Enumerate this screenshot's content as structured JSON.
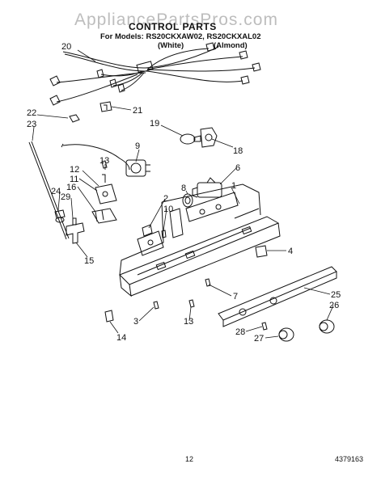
{
  "watermark": "AppliancePartsPros.com",
  "header": {
    "title": "CONTROL PARTS",
    "models_line": "For Models: RS20CKXAW02, RS20CKXAL02",
    "color_white": "(White)",
    "color_almond": "(Almond)"
  },
  "callouts": [
    "20",
    "22",
    "21",
    "23",
    "19",
    "18",
    "9",
    "13",
    "12",
    "11",
    "16",
    "24",
    "29",
    "15",
    "6",
    "8",
    "1",
    "2",
    "10",
    "4",
    "7",
    "25",
    "26",
    "3",
    "13",
    "14",
    "28",
    "27"
  ],
  "footer": {
    "page_number": "12",
    "doc_number": "4379163"
  }
}
